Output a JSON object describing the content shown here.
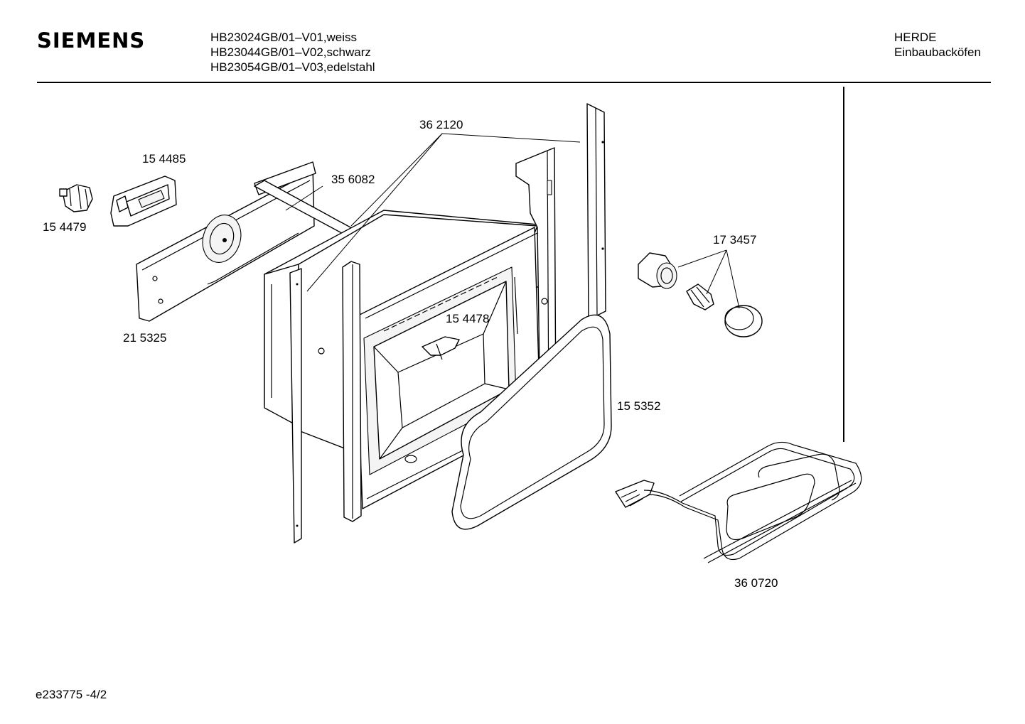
{
  "header": {
    "brand": "SIEMENS",
    "models": [
      "HB23024GB/01–V01,weiss",
      "HB23044GB/01–V02,schwarz",
      "HB23054GB/01–V03,edelstahl"
    ],
    "category": [
      "HERDE",
      "Einbaubacköfen"
    ]
  },
  "parts": {
    "p362120": "36 2120",
    "p154485": "15 4485",
    "p356082": "35 6082",
    "p154479": "15 4479",
    "p173457": "17 3457",
    "p154478": "15 4478",
    "p215325": "21 5325",
    "p155352": "15 5352",
    "p360720": "36 0720"
  },
  "footer": {
    "doc_id": "e233775  -4/2"
  }
}
